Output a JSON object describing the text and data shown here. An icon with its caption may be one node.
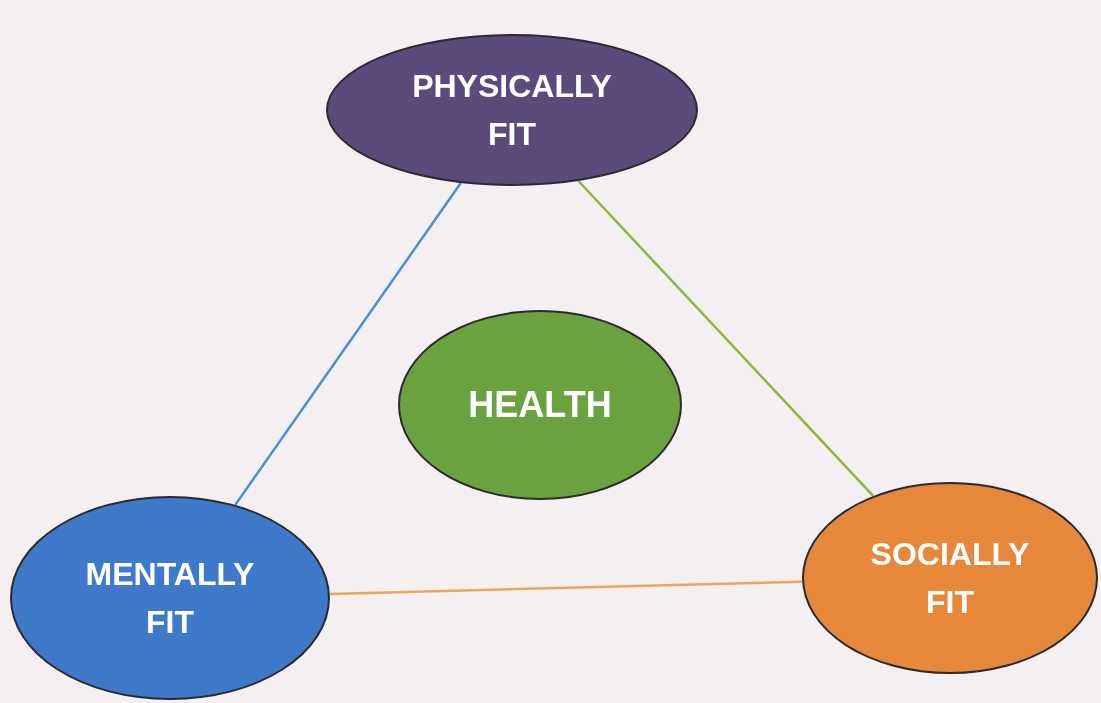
{
  "diagram": {
    "nodes": [
      {
        "text": [
          "PHYSICALLY FIT"
        ]
      },
      {
        "text": [
          "HEALTH"
        ]
      },
      {
        "text": [
          "MENTALLY FIT"
        ]
      },
      {
        "text": [
          "SOCIALLY FIT"
        ]
      }
    ],
    "edges": [
      {
        "from": 0,
        "to": 2,
        "arrow": "none",
        "color": "#4a8fd6"
      },
      {
        "from": 0,
        "to": 3,
        "arrow": "none",
        "color": "#8cb83c"
      },
      {
        "from": 2,
        "to": 3,
        "arrow": "none",
        "color": "#f0a35a"
      }
    ]
  }
}
